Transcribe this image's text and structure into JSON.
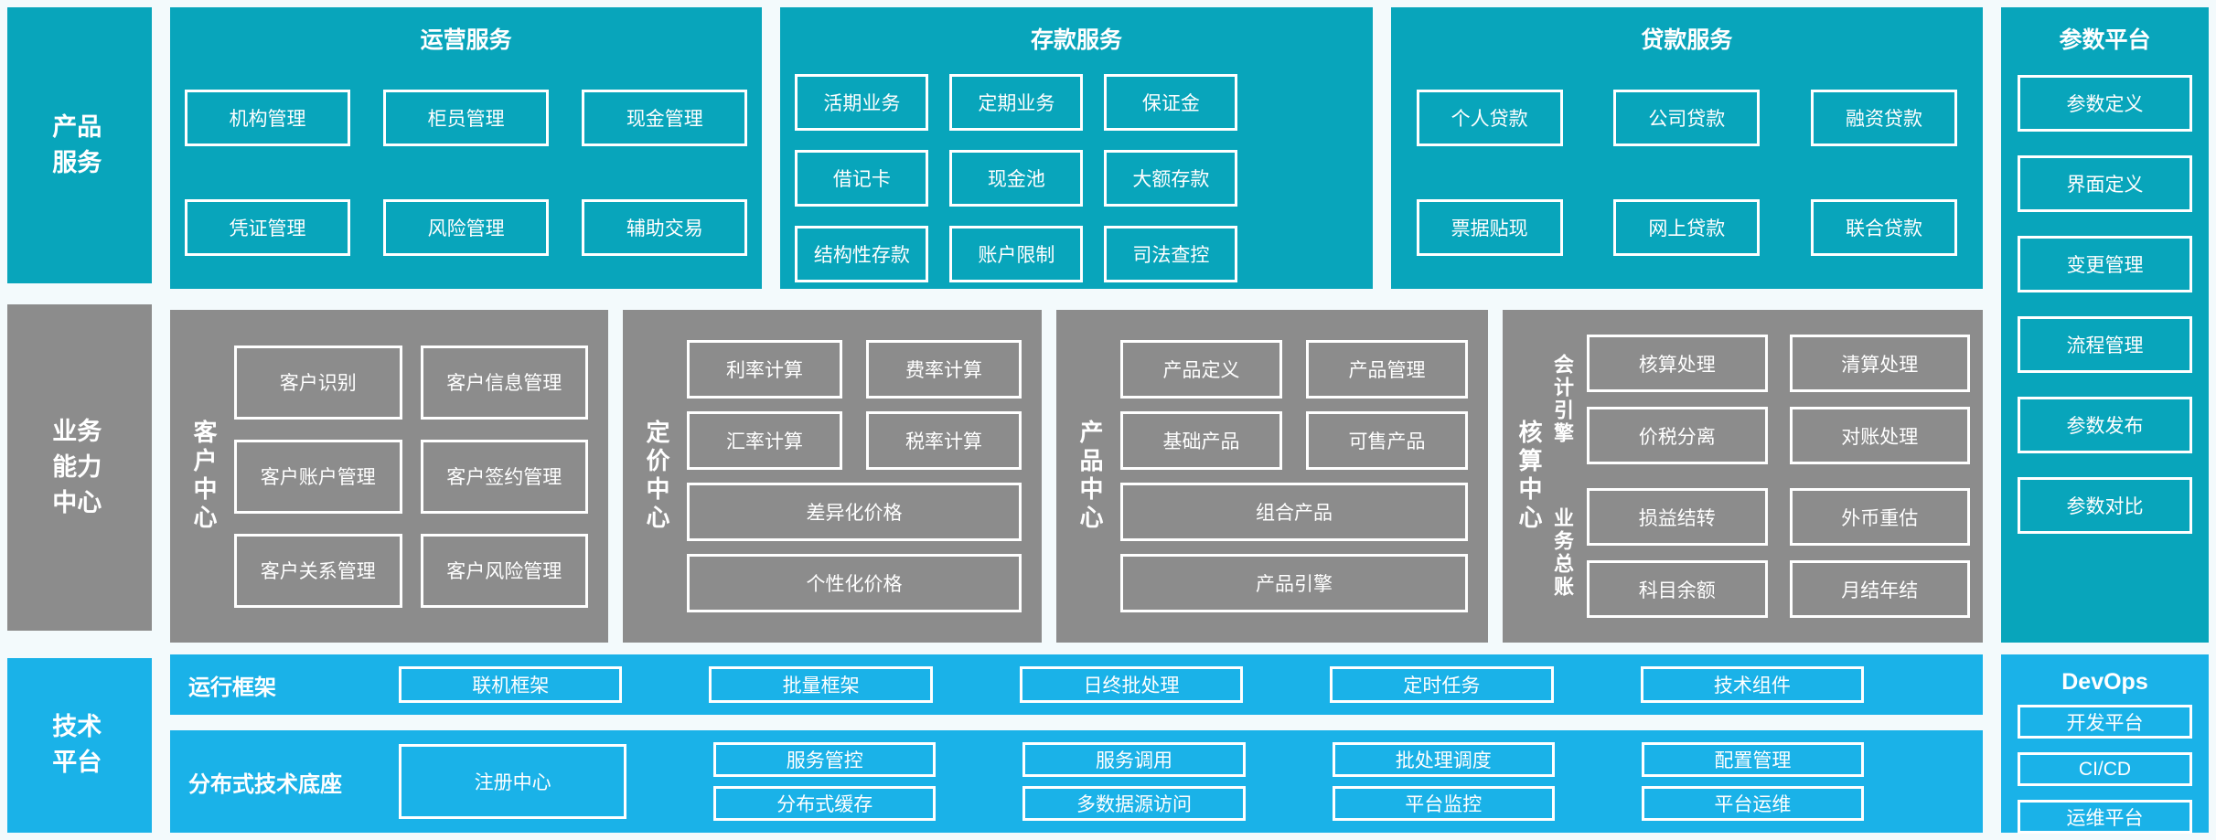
{
  "palette": {
    "teal": "#08a5bb",
    "gray": "#8c8c8c",
    "blue": "#1ab2e8",
    "background": "#f3fafc",
    "box_border": "#ffffff",
    "text": "#ffffff"
  },
  "sidebars": {
    "product_services": "产品服务",
    "business_capability_center": "业务能力中心",
    "technology_platform": "技术平台"
  },
  "top_services": [
    {
      "title": "运营服务",
      "rows": [
        [
          "机构管理",
          "柜员管理",
          "现金管理"
        ],
        [
          "凭证管理",
          "风险管理",
          "辅助交易"
        ]
      ]
    },
    {
      "title": "存款服务",
      "rows": [
        [
          "活期业务",
          "定期业务",
          "保证金"
        ],
        [
          "借记卡",
          "现金池",
          "大额存款"
        ],
        [
          "结构性存款",
          "账户限制",
          "司法查控"
        ]
      ]
    },
    {
      "title": "贷款服务",
      "rows": [
        [
          "个人贷款",
          "公司贷款",
          "融资贷款"
        ],
        [
          "票据贴现",
          "网上贷款",
          "联合贷款"
        ]
      ]
    }
  ],
  "parameter_platform": {
    "title": "参数平台",
    "items": [
      "参数定义",
      "界面定义",
      "变更管理",
      "流程管理",
      "参数发布",
      "参数对比"
    ]
  },
  "capability_centers": [
    {
      "label": "客户中心",
      "boxes": [
        [
          "客户识别",
          "客户信息管理"
        ],
        [
          "客户账户管理",
          "客户签约管理"
        ],
        [
          "客户关系管理",
          "客户风险管理"
        ]
      ]
    },
    {
      "label": "定价中心",
      "pairs": [
        [
          "利率计算",
          "费率计算"
        ],
        [
          "汇率计算",
          "税率计算"
        ]
      ],
      "wide": [
        "差异化价格",
        "个性化价格"
      ]
    },
    {
      "label": "产品中心",
      "pairs": [
        [
          "产品定义",
          "产品管理"
        ],
        [
          "基础产品",
          "可售产品"
        ]
      ],
      "wide": [
        "组合产品",
        "产品引擎"
      ]
    },
    {
      "label": "核算中心",
      "groups": [
        {
          "label": "会计引擎",
          "rows": [
            [
              "核算处理",
              "清算处理"
            ],
            [
              "价税分离",
              "对账处理"
            ]
          ]
        },
        {
          "label": "业务总账",
          "rows": [
            [
              "损益结转",
              "外币重估"
            ],
            [
              "科目余额",
              "月结年结"
            ]
          ]
        }
      ]
    }
  ],
  "technology_platform": {
    "runtime_framework": {
      "label": "运行框架",
      "items": [
        "联机框架",
        "批量框架",
        "日终批处理",
        "定时任务",
        "技术组件"
      ]
    },
    "distributed_base": {
      "label": "分布式技术底座",
      "registry": "注册中心",
      "columns": [
        [
          "服务管控",
          "分布式缓存"
        ],
        [
          "服务调用",
          "多数据源访问"
        ],
        [
          "批处理调度",
          "平台监控"
        ],
        [
          "配置管理",
          "平台运维"
        ]
      ]
    }
  },
  "devops": {
    "title": "DevOps",
    "items": [
      "开发平台",
      "CI/CD",
      "运维平台"
    ]
  }
}
